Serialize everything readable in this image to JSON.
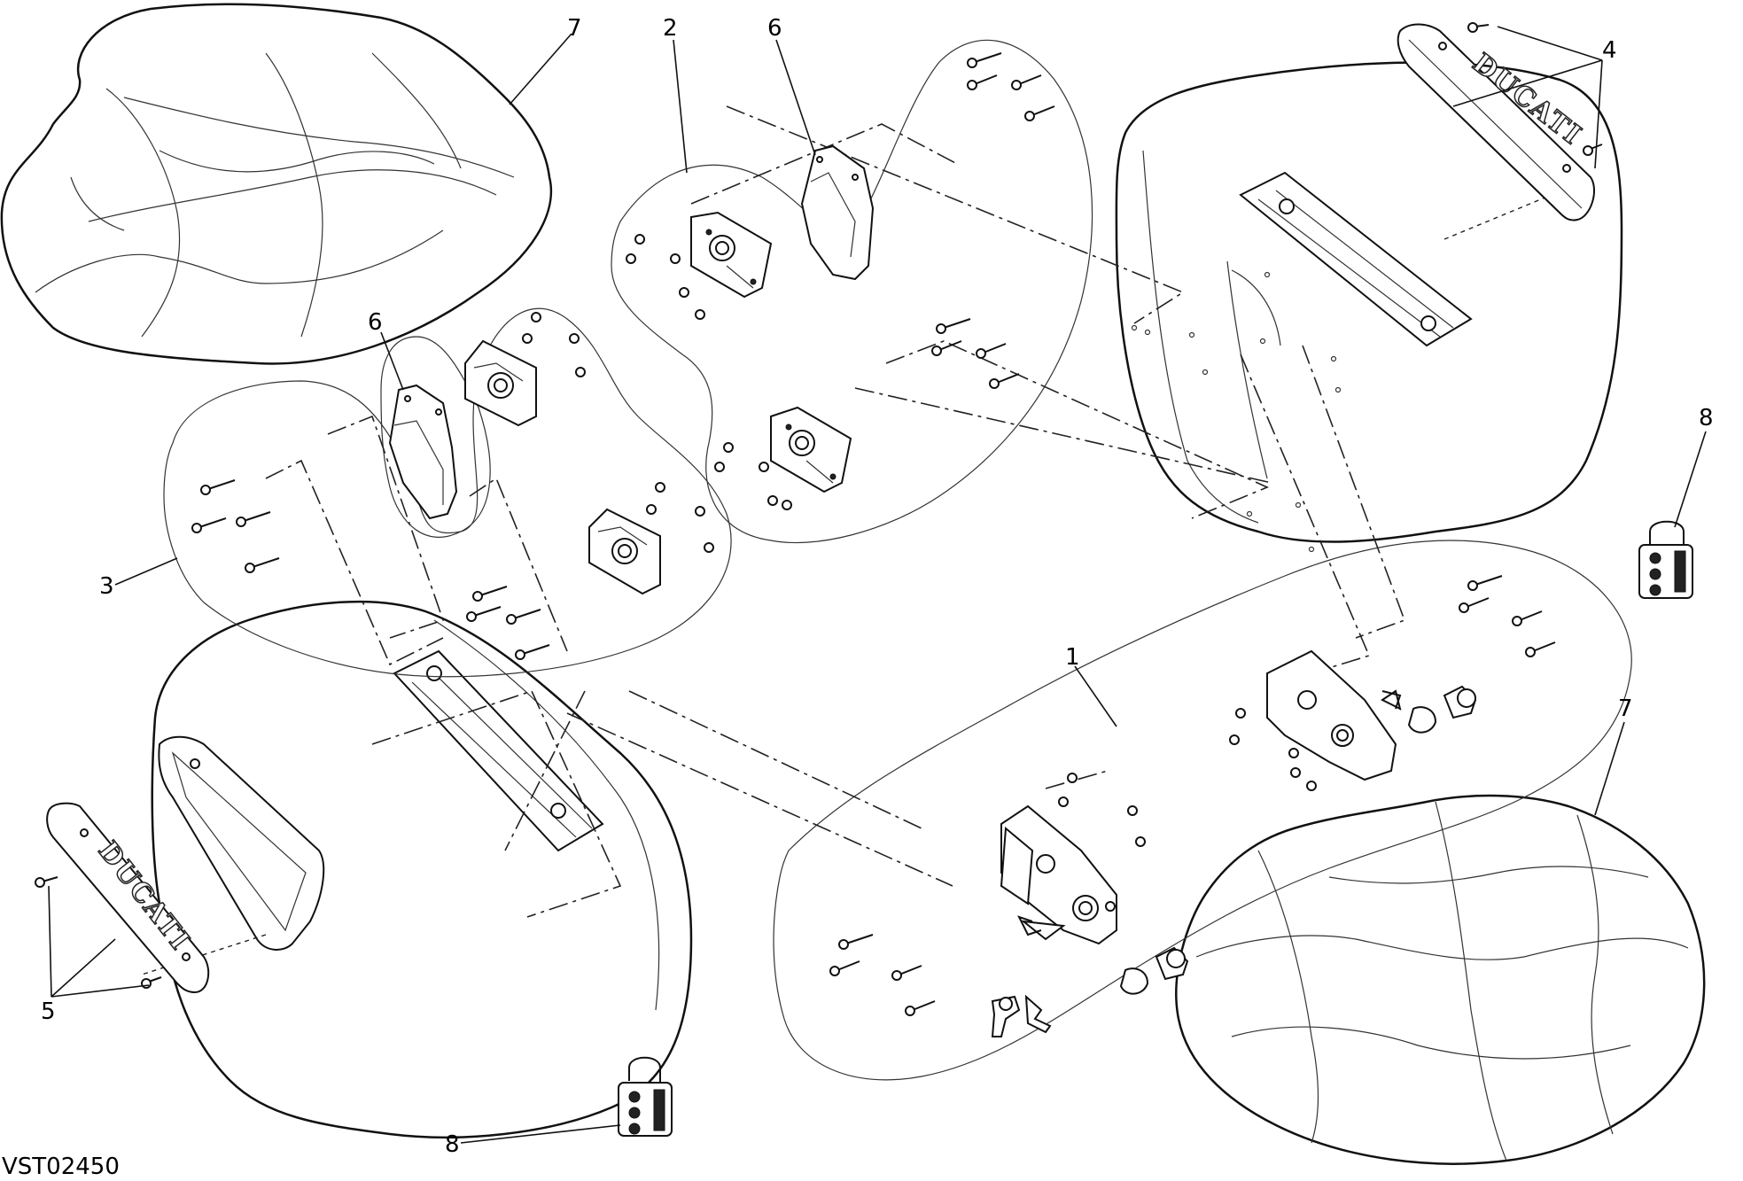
{
  "drawing_code": "VST02450",
  "brand_text": "DUCATI",
  "callouts": {
    "c1": "1",
    "c2": "2",
    "c3": "3",
    "c4": "4",
    "c5": "5",
    "c6a": "6",
    "c6b": "6",
    "c7a": "7",
    "c7b": "7",
    "c8a": "8",
    "c8b": "8"
  }
}
